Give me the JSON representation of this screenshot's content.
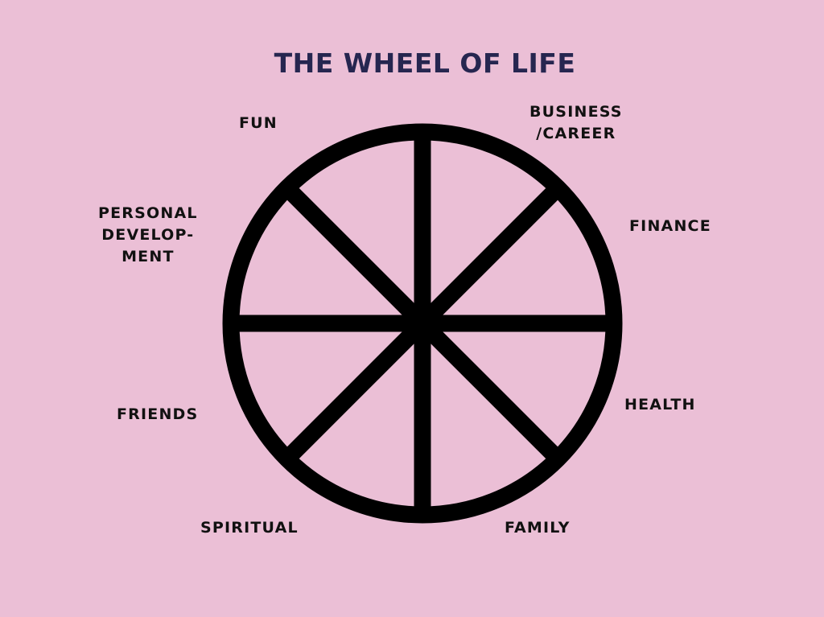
{
  "title": "THE WHEEL OF LIFE",
  "colors": {
    "background": "#ebbfd6",
    "title": "#262650",
    "wheel": "#000000",
    "labels": "#111111"
  },
  "segments": {
    "fun": "FUN",
    "business_career": "BUSINESS\n/CAREER",
    "personal_development": "PERSONAL\nDEVELOP-\nMENT",
    "finance": "FINANCE",
    "friends": "FRIENDS",
    "health": "HEALTH",
    "spiritual": "SPIRITUAL",
    "family": "FAMILY"
  }
}
